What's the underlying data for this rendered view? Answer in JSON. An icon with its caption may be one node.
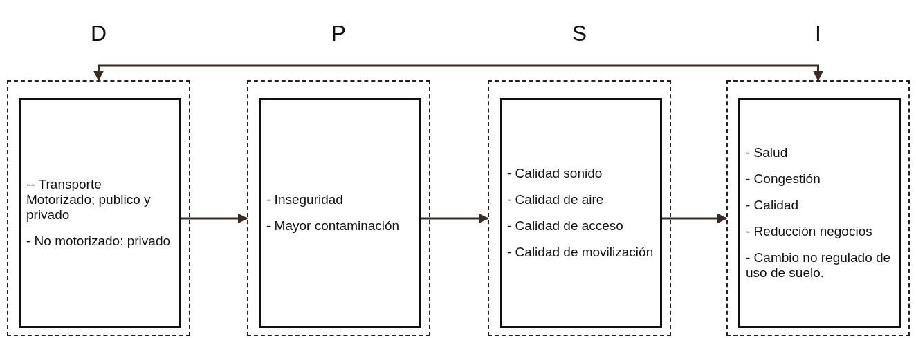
{
  "diagram": {
    "nodes": [
      {
        "text": [
          "D"
        ]
      },
      {
        "text": [
          "-- Transporte Motorizado; publico y privado",
          "- No motorizado: privado"
        ],
        "in": 0
      },
      {
        "text": [
          "P"
        ]
      },
      {
        "text": [
          "- Inseguridad",
          "- Mayor contaminación"
        ],
        "in": 2
      },
      {
        "text": [
          "S"
        ]
      },
      {
        "text": [
          "- Calidad sonido",
          "- Calidad de aire",
          "- Calidad de acceso",
          "- Calidad de movilización"
        ],
        "in": 4
      },
      {
        "text": [
          "I"
        ]
      },
      {
        "text": [
          "- Salud",
          "- Congestión",
          "- Calidad",
          "- Reducción negocios",
          "- Cambio no regulado de uso de suelo."
        ],
        "in": 6
      }
    ],
    "edges": [
      {
        "from": 1,
        "to": 2,
        "arrow": "to"
      },
      {
        "from": 3,
        "to": 4,
        "arrow": "to"
      },
      {
        "from": 5,
        "to": 6,
        "arrow": "to"
      },
      {
        "from": 6,
        "to": 0,
        "arrow": "both"
      }
    ]
  }
}
